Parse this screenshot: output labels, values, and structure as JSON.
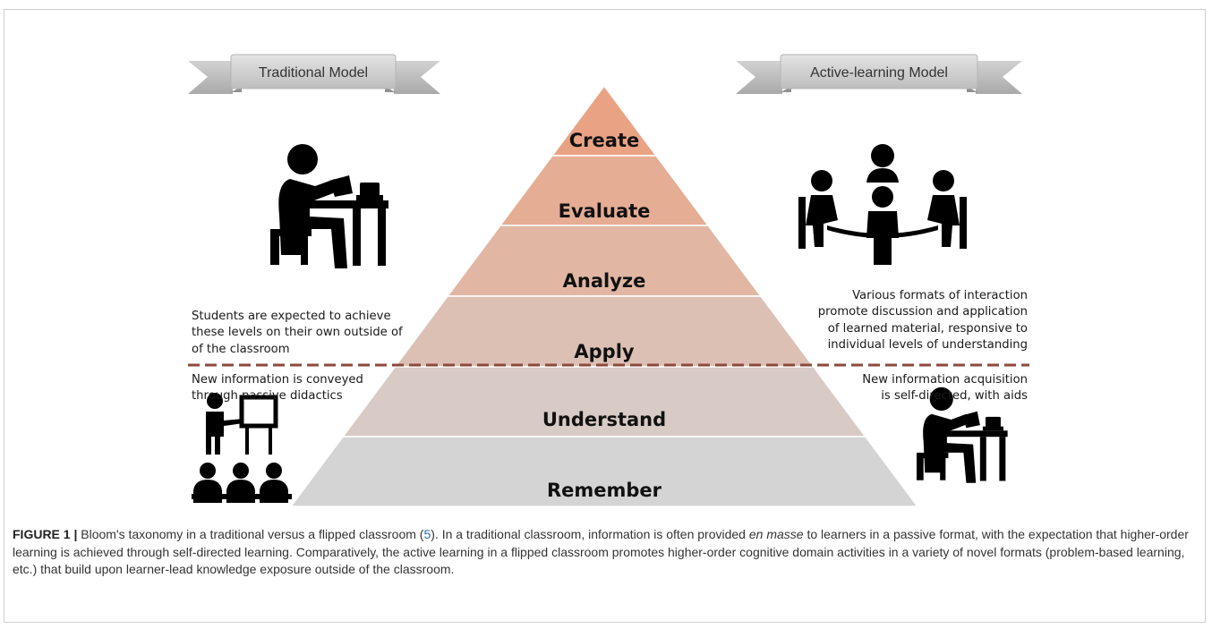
{
  "ribbons": {
    "left": "Traditional Model",
    "right": "Active-learning Model"
  },
  "pyramid_levels": [
    "Create",
    "Evaluate",
    "Analyze",
    "Apply",
    "Understand",
    "Remember"
  ],
  "notes": {
    "left_upper": [
      "Students are expected to achieve",
      "these levels on their own outside of",
      "of the classroom"
    ],
    "left_lower": [
      "New information is conveyed",
      "through passive didactics"
    ],
    "right_upper": [
      "Various formats of interaction",
      "promote discussion and application",
      "of learned material, responsive to",
      "individual levels of understanding"
    ],
    "right_lower": [
      "New information acquisition",
      "is self-directed, with aids"
    ]
  },
  "icons": [
    "student-at-desk-icon",
    "group-table-icon",
    "lecturer-board-icon",
    "student-at-desk-icon"
  ],
  "colors": {
    "top_level": "#e9a384",
    "bottom_level": "#d4d4d4",
    "divider": "#8b4a3c",
    "ribbon": "#cfcfcf"
  },
  "caption": {
    "label": "FIGURE 1 |",
    "part1": " Bloom's taxonomy in a traditional versus a flipped classroom (",
    "ref": "5",
    "part2": "). In a traditional classroom, information is often provided ",
    "emphasis": "en masse",
    "part3": " to learners in a passive format, with the expectation that higher-order learning is achieved through self-directed learning. Comparatively, the active learning in a flipped classroom promotes higher-order cognitive domain activities in a variety of novel formats (problem-based learning, etc.) that build upon learner-lead knowledge exposure outside of the classroom."
  }
}
